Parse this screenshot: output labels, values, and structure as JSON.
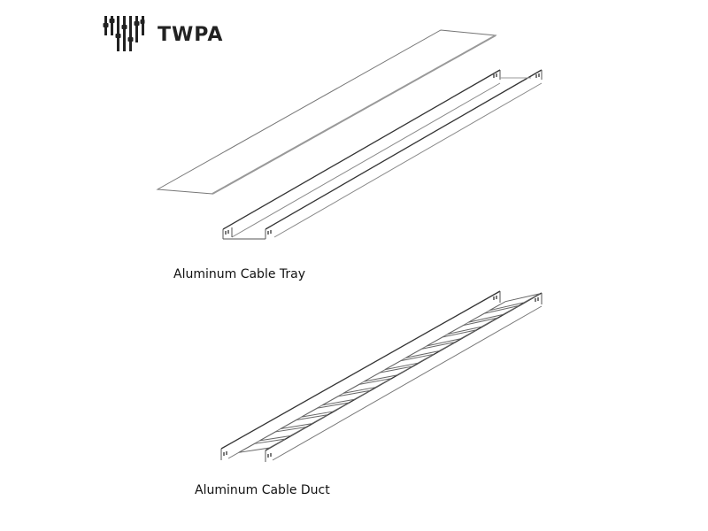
{
  "brand": {
    "name": "TWPA"
  },
  "products": [
    {
      "label": "Aluminum Cable Tray"
    },
    {
      "label": "Aluminum Cable Duct"
    }
  ],
  "colors": {
    "line": "#555555",
    "text": "#111111",
    "logo": "#222222"
  }
}
